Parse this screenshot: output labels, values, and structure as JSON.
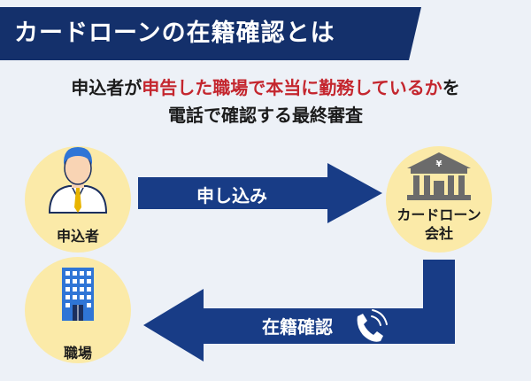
{
  "title": "カードローンの在籍確認とは",
  "lead": {
    "line1_before": "申込者が",
    "line1_accent": "申告した職場で本当に勤務しているか",
    "line1_after": "を",
    "line2": "電話で確認する最終審査"
  },
  "nodes": {
    "applicant": "申込者",
    "lender_line1": "カードローン",
    "lender_line2": "会社",
    "workplace": "職場"
  },
  "arrows": {
    "apply": "申し込み",
    "verify": "在籍確認"
  },
  "icons": {
    "applicant": "businessman-icon",
    "lender": "bank-building-icon",
    "workplace": "office-building-icon",
    "verify": "phone-ringing-icon"
  },
  "colors": {
    "banner": "#14306b",
    "arrow": "#183c86",
    "circle": "#fbeaa8",
    "accent_text": "#c4262e",
    "background": "#edf1f7"
  }
}
